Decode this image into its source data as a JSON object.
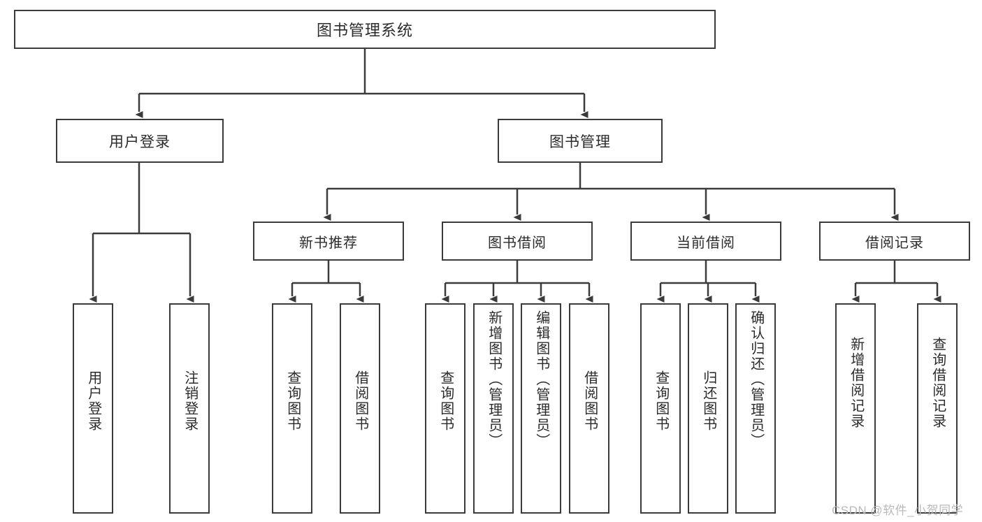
{
  "diagram": {
    "title": "图书管理系统",
    "type": "tree-hierarchy-chart",
    "line_color": "#3b3b3b",
    "box_fill": "#ffffff",
    "text_color": "#2b2b2b",
    "watermark": "CSDN @软件_小贺同学",
    "root": {
      "label": "图书管理系统"
    },
    "level1": [
      {
        "label": "用户登录"
      },
      {
        "label": "图书管理"
      }
    ],
    "level2": [
      {
        "label": "新书推荐"
      },
      {
        "label": "图书借阅"
      },
      {
        "label": "当前借阅"
      },
      {
        "label": "借阅记录"
      }
    ],
    "leaves": {
      "user_login": [
        {
          "label": "用户登录"
        },
        {
          "label": "注销登录"
        }
      ],
      "new_book_recommend": [
        {
          "label": "查询图书"
        },
        {
          "label": "借阅图书"
        }
      ],
      "book_borrow": [
        {
          "label": "查询图书"
        },
        {
          "label": "新增图书（管理员）"
        },
        {
          "label": "编辑图书（管理员）"
        },
        {
          "label": "借阅图书"
        }
      ],
      "current_borrow": [
        {
          "label": "查询图书"
        },
        {
          "label": "归还图书"
        },
        {
          "label": "确认归还（管理员）"
        }
      ],
      "borrow_record": [
        {
          "label": "新增借阅记录"
        },
        {
          "label": "查询借阅记录"
        }
      ]
    }
  }
}
